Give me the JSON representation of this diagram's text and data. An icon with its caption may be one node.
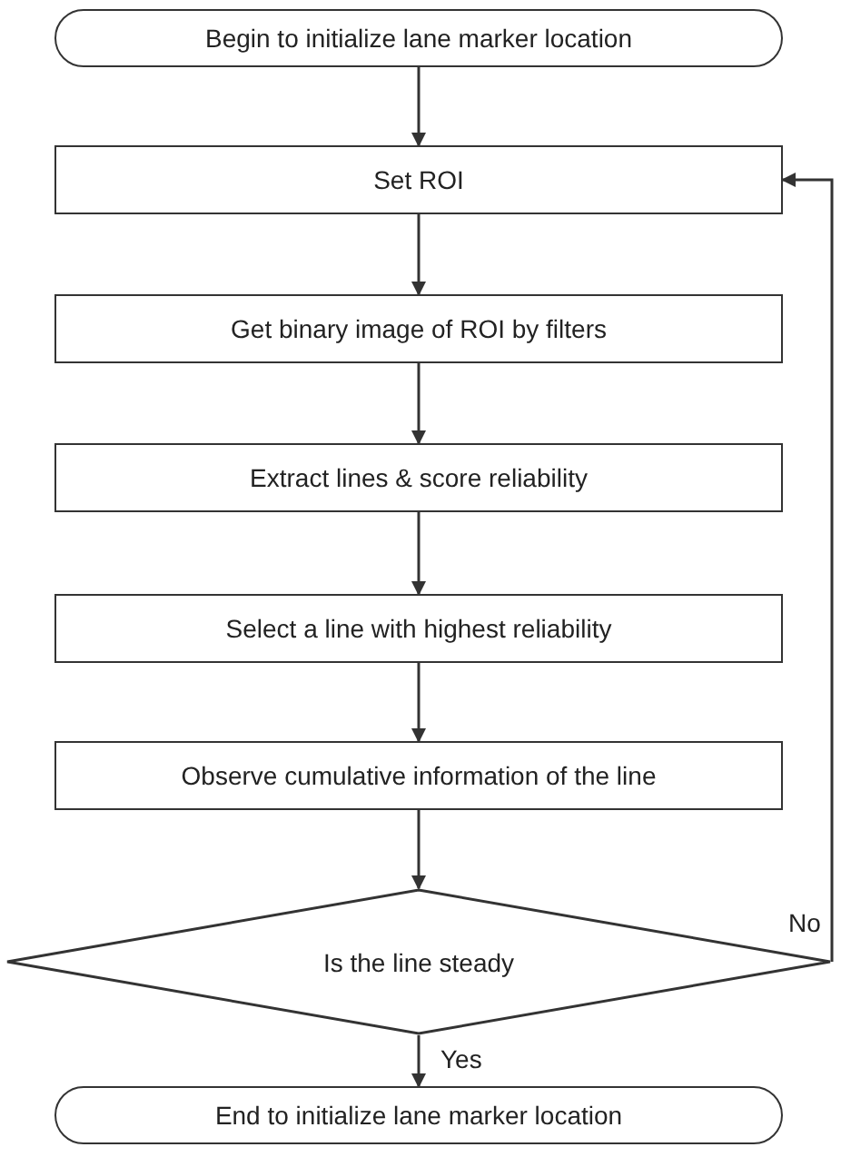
{
  "diagram": {
    "nodes": [
      {
        "text": [
          "Begin to initialize lane marker location"
        ]
      },
      {
        "text": [
          "Set ROI"
        ]
      },
      {
        "text": [
          "Get binary image of ROI by filters"
        ]
      },
      {
        "text": [
          "Extract lines & score reliability"
        ]
      },
      {
        "text": [
          "Select a line with highest reliability"
        ]
      },
      {
        "text": [
          "Observe cumulative information of the line"
        ]
      },
      {
        "text": [
          "Is the line steady"
        ]
      },
      {
        "text": [
          "End to initialize lane marker location"
        ]
      }
    ],
    "edges": [
      {
        "from": 0,
        "to": 1,
        "arrow": "to"
      },
      {
        "from": 1,
        "to": 2,
        "arrow": "to"
      },
      {
        "from": 2,
        "to": 3,
        "arrow": "to"
      },
      {
        "from": 3,
        "to": 4,
        "arrow": "to"
      },
      {
        "from": 4,
        "to": 5,
        "arrow": "to"
      },
      {
        "from": 5,
        "to": 6,
        "arrow": "to"
      },
      {
        "from": 6,
        "to": 7,
        "arrow": "to",
        "label": "Yes"
      },
      {
        "from": 6,
        "to": 1,
        "arrow": "to",
        "label": "No"
      }
    ]
  }
}
